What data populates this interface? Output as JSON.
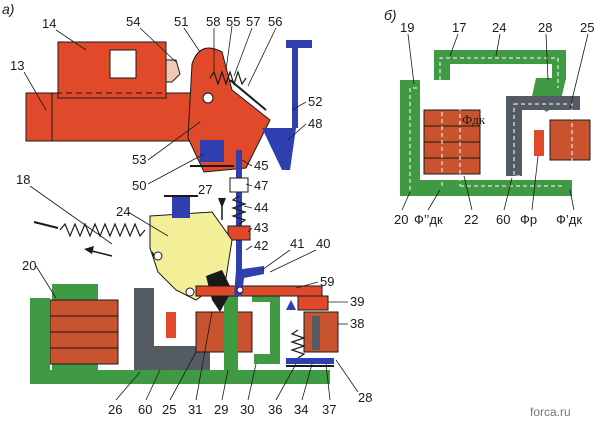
{
  "panels": {
    "a": {
      "letter": "а)"
    },
    "b": {
      "letter": "б)"
    }
  },
  "watermark": "forca.ru",
  "colors": {
    "red": "#e04a2a",
    "green": "#3f9a43",
    "blue": "#2f3fb0",
    "yellow": "#f3ee98",
    "coil": "#c9532e",
    "gray": "#555b63",
    "black": "#1a1a1a"
  },
  "labels_a": {
    "l13": "13",
    "l14": "14",
    "l54": "54",
    "l51": "51",
    "l58": "58",
    "l55": "55",
    "l57": "57",
    "l56": "56",
    "l52": "52",
    "l48": "48",
    "l53": "53",
    "l50": "50",
    "l45": "45",
    "l47": "47",
    "l27": "27",
    "l44": "44",
    "l18": "18",
    "l24": "24",
    "l43": "43",
    "l42": "42",
    "l41": "41",
    "l40": "40",
    "l20": "20",
    "l59": "59",
    "l39": "39",
    "l38": "38",
    "l28": "28",
    "l26": "26",
    "l60": "60",
    "l25": "25",
    "l31": "31",
    "l29": "29",
    "l30": "30",
    "l36": "36",
    "l34": "34",
    "l37": "37"
  },
  "labels_b": {
    "l19": "19",
    "l17": "17",
    "l24": "24",
    "l28": "28",
    "l25": "25",
    "fdk": "Фдк",
    "l20": "20",
    "f2dk": "Ф’’дк",
    "l22": "22",
    "l60": "60",
    "fr": "Фр",
    "f1dk": "Ф’дк"
  }
}
